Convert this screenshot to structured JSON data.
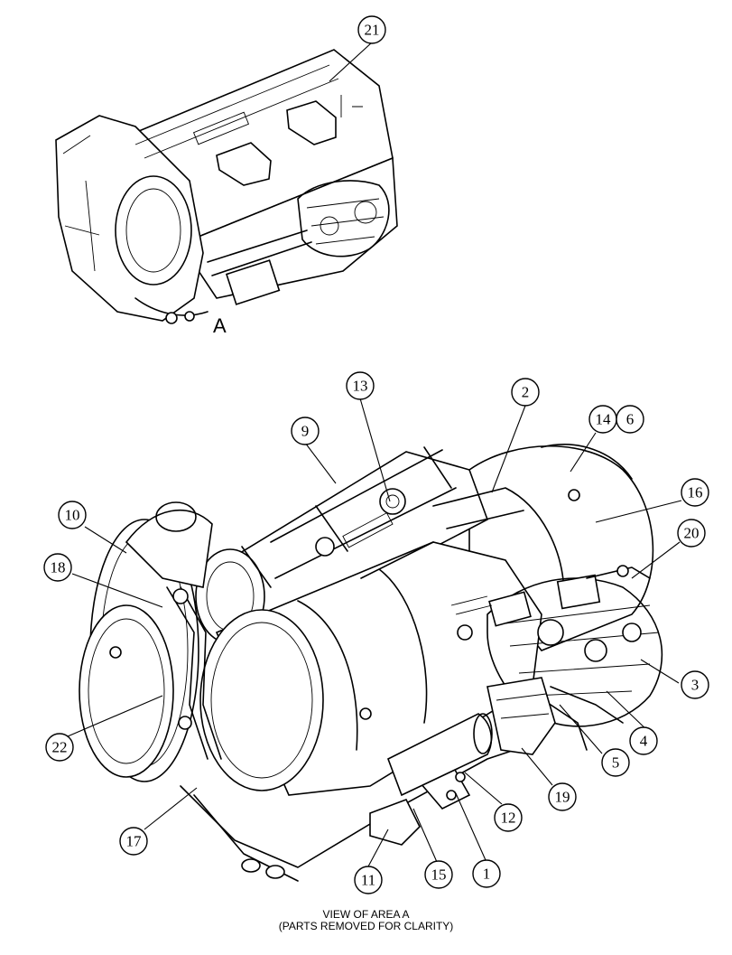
{
  "area_label": "A",
  "caption": {
    "line1": "VIEW OF AREA A",
    "line2": "(PARTS REMOVED FOR CLARITY)"
  },
  "callouts": [
    {
      "id": "21",
      "label": "21"
    },
    {
      "id": "13",
      "label": "13"
    },
    {
      "id": "2",
      "label": "2"
    },
    {
      "id": "14",
      "label": "14"
    },
    {
      "id": "6",
      "label": "6"
    },
    {
      "id": "9",
      "label": "9"
    },
    {
      "id": "16",
      "label": "16"
    },
    {
      "id": "10",
      "label": "10"
    },
    {
      "id": "20",
      "label": "20"
    },
    {
      "id": "18",
      "label": "18"
    },
    {
      "id": "3",
      "label": "3"
    },
    {
      "id": "4",
      "label": "4"
    },
    {
      "id": "22",
      "label": "22"
    },
    {
      "id": "5",
      "label": "5"
    },
    {
      "id": "19",
      "label": "19"
    },
    {
      "id": "12",
      "label": "12"
    },
    {
      "id": "17",
      "label": "17"
    },
    {
      "id": "1",
      "label": "1"
    },
    {
      "id": "11",
      "label": "11"
    },
    {
      "id": "15",
      "label": "15"
    }
  ]
}
